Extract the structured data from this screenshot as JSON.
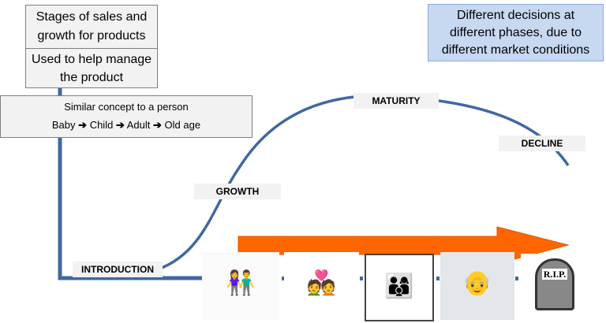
{
  "boxes": {
    "title": "Stages of sales and growth for products",
    "purpose": "Used to help manage the product",
    "analogy_title": "Similar concept to a person",
    "analogy_stages": [
      "Baby",
      "Child",
      "Adult",
      "Old age"
    ],
    "note": "Different decisions at different phases, due to different market conditions"
  },
  "stages": [
    "INTRODUCTION",
    "GROWTH",
    "MATURITY",
    "DECLINE"
  ],
  "images": {
    "tombstone_text": "R.I.P."
  },
  "colors": {
    "curve": "#41689f",
    "arrow": "#ff6600",
    "note_bg": "#c6d9f1"
  }
}
